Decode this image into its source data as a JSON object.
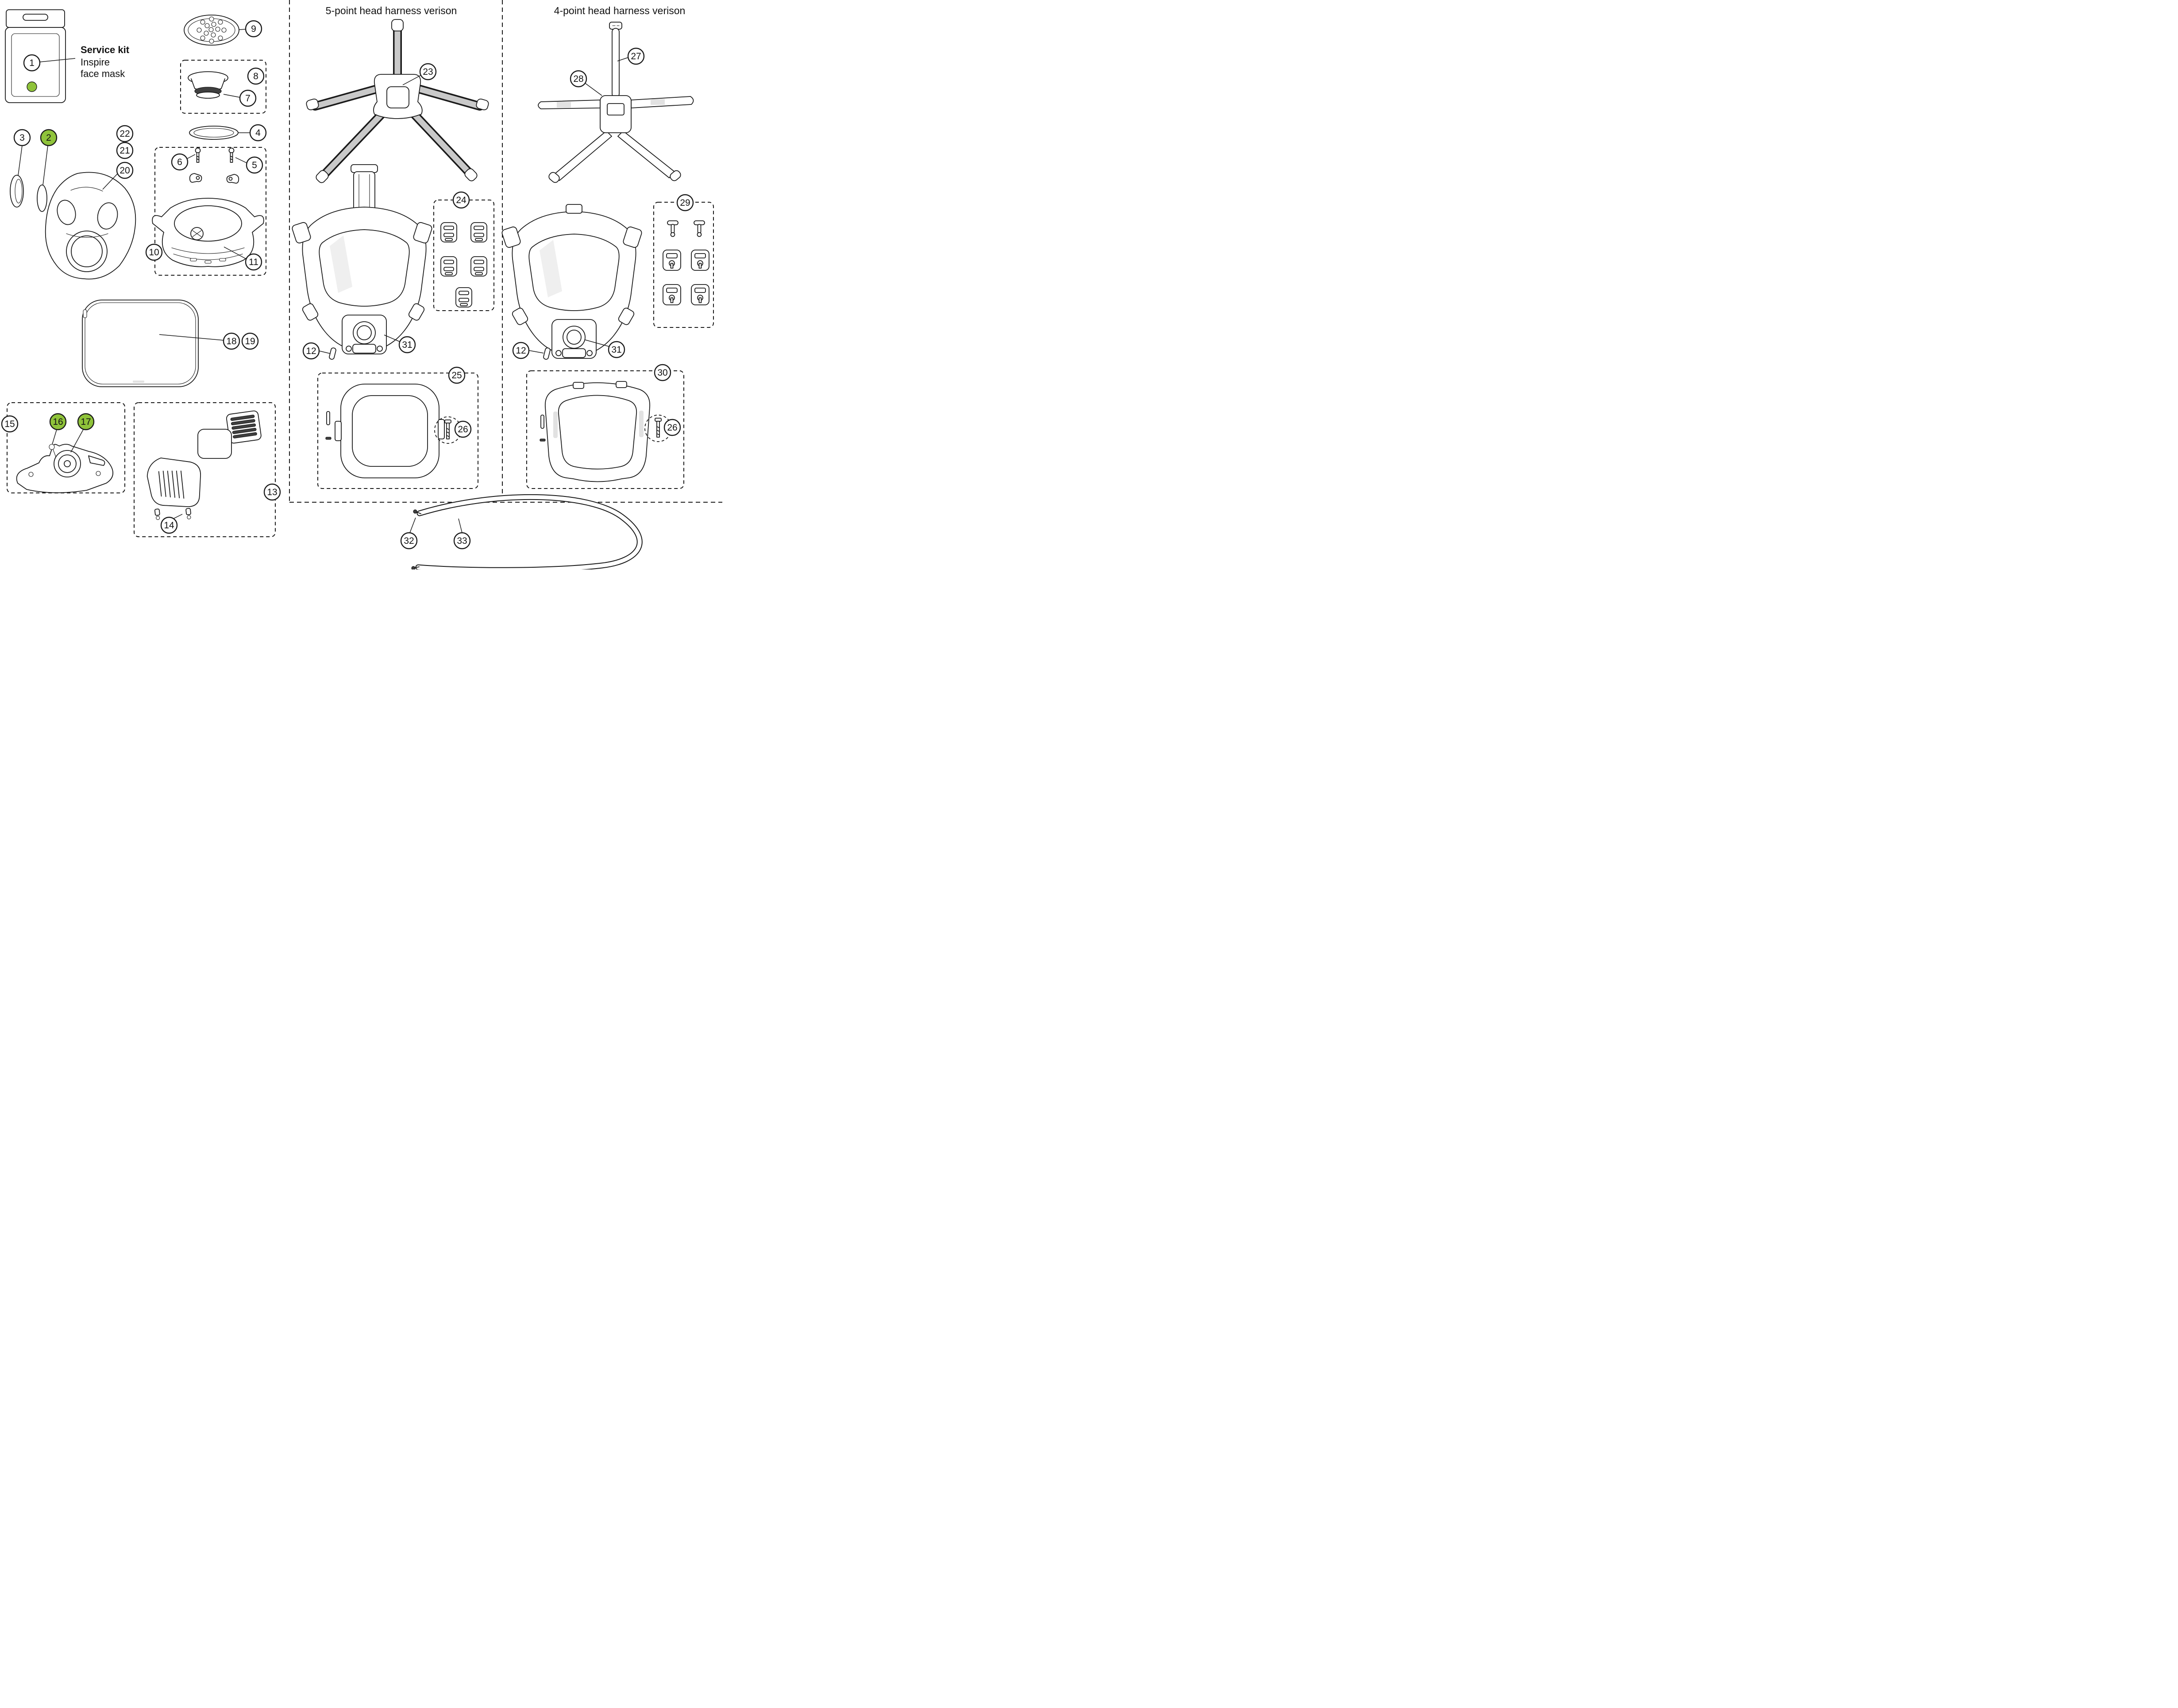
{
  "service_kit": {
    "title": "Service kit",
    "line1": "Inspire",
    "line2": "face mask"
  },
  "sections": {
    "five_point_title": "5-point head harness verison",
    "four_point_title": "4-point head harness verison"
  },
  "colors": {
    "highlight_green": "#8fc33a",
    "line": "#1a1a1a",
    "strap_gray": "#c9c9c9",
    "background": "#ffffff"
  },
  "green_callouts": [
    "2",
    "16",
    "17"
  ],
  "callouts": {
    "c1": "1",
    "c2": "2",
    "c3": "3",
    "c4": "4",
    "c5": "5",
    "c6": "6",
    "c7": "7",
    "c8": "8",
    "c9": "9",
    "c10": "10",
    "c11": "11",
    "c12": "12",
    "c13": "13",
    "c14": "14",
    "c15": "15",
    "c16": "16",
    "c17": "17",
    "c18": "18",
    "c19": "19",
    "c20": "20",
    "c21": "21",
    "c22": "22",
    "c23": "23",
    "c24": "24",
    "c25": "25",
    "c26": "26",
    "c27": "27",
    "c28": "28",
    "c29": "29",
    "c30": "30",
    "c31": "31",
    "c32": "32",
    "c33": "33"
  }
}
